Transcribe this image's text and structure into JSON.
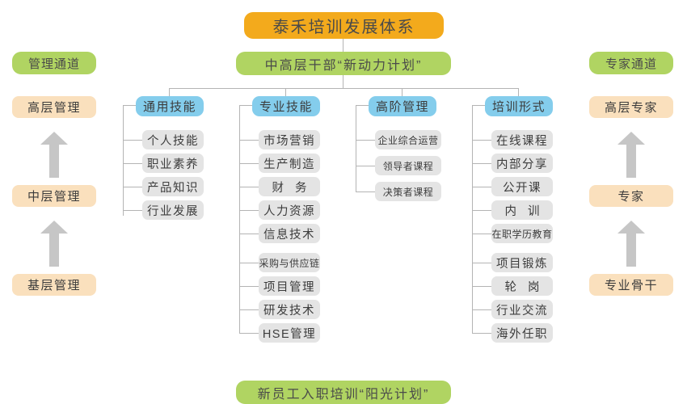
{
  "diagram": {
    "title_banner": "泰禾培训发展体系",
    "subtitle_banner": "中高层干部“新动力计划”",
    "footer_banner": "新员工入职培训“阳光计划”",
    "left_ladder": {
      "header": "管理通道",
      "levels": [
        "高层管理",
        "中层管理",
        "基层管理"
      ]
    },
    "right_ladder": {
      "header": "专家通道",
      "levels": [
        "高层专家",
        "专家",
        "专业骨干"
      ]
    },
    "categories": [
      {
        "header": "通用技能",
        "items": [
          "个人技能",
          "职业素养",
          "产品知识",
          "行业发展"
        ]
      },
      {
        "header": "专业技能",
        "items": [
          "市场营销",
          "生产制造",
          "财 务",
          "人力资源",
          "信息技术",
          "采购与供应链",
          "项目管理",
          "研发技术",
          "HSE管理"
        ]
      },
      {
        "header": "高阶管理",
        "items": [
          "企业综合运营",
          "领导者课程",
          "决策者课程"
        ]
      },
      {
        "header": "培训形式",
        "items": [
          "在线课程",
          "内部分享",
          "公开课",
          "内 训",
          "在职学历教育",
          "项目锻炼",
          "轮 岗",
          "行业交流",
          "海外任职"
        ]
      }
    ]
  },
  "colors": {
    "banner_orange": "#f3aa1c",
    "banner_green": "#b0d462",
    "category_blue": "#84cdec",
    "leaf_gray": "#e4e4e4",
    "ladder_peach": "#fae0bd",
    "connector": "#b4b4b4",
    "arrow_gray": "#c6c6c6"
  }
}
